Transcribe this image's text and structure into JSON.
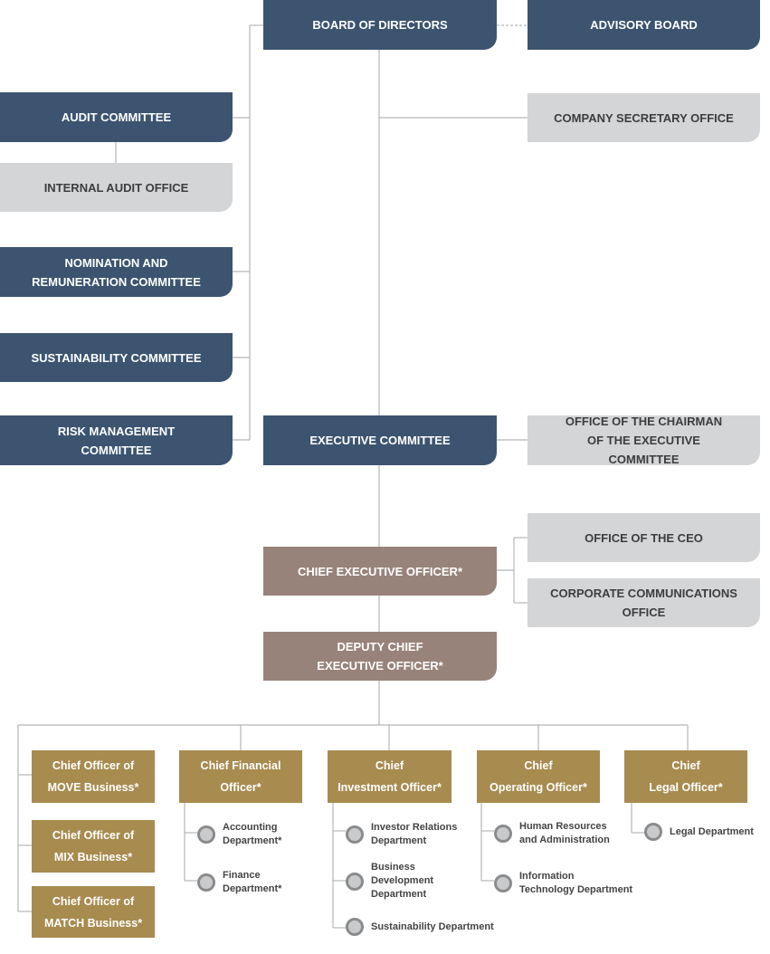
{
  "boxes": {
    "board_of_directors": "BOARD OF DIRECTORS",
    "advisory_board": "ADVISORY BOARD",
    "audit_committee": "AUDIT COMMITTEE",
    "company_secretary_office": "COMPANY SECRETARY OFFICE",
    "internal_audit_office": "INTERNAL AUDIT OFFICE",
    "nomination_committee": "NOMINATION AND REMUNERATION COMMITTEE",
    "sustainability_committee": "SUSTAINABILITY COMMITTEE",
    "risk_management_committee": "RISK MANAGEMENT COMMITTEE",
    "executive_committee": "EXECUTIVE COMMITTEE",
    "office_of_chairman": "OFFICE OF THE CHAIRMAN OF THE EXECUTIVE COMMITTEE",
    "chief_executive_officer": "CHIEF EXECUTIVE OFFICER*",
    "office_of_ceo": "OFFICE OF THE CEO",
    "corporate_communications_office": "CORPORATE COMMUNICATIONS OFFICE",
    "deputy_ceo": "DEPUTY CHIEF EXECUTIVE OFFICER*"
  },
  "chiefs": {
    "move": [
      "Chief Officer of",
      "MOVE Business*"
    ],
    "mix": [
      "Chief Officer of",
      "MIX Business*"
    ],
    "match": [
      "Chief Officer of",
      "MATCH Business*"
    ],
    "cfo": [
      "Chief Financial",
      "Officer*"
    ],
    "cio": [
      "Chief",
      "Investment Officer*"
    ],
    "coo": [
      "Chief",
      "Operating Officer*"
    ],
    "clo": [
      "Chief",
      "Legal Officer*"
    ]
  },
  "departments": {
    "cfo": [
      [
        "Accounting",
        "Department*"
      ],
      [
        "Finance",
        "Department*"
      ]
    ],
    "cio": [
      [
        "Investor Relations",
        "Department"
      ],
      [
        "Business",
        "Development",
        "Department"
      ],
      [
        "Sustainability Department"
      ]
    ],
    "coo": [
      [
        "Human Resources",
        "and Administration"
      ],
      [
        "Information",
        "Technology Department"
      ]
    ],
    "clo": [
      [
        "Legal Department"
      ]
    ]
  },
  "colors": {
    "navy": "#3c5470",
    "gray": "#d4d5d7",
    "mauve": "#98837a",
    "gold": "#a88b4f",
    "line": "#b5b6b8"
  }
}
